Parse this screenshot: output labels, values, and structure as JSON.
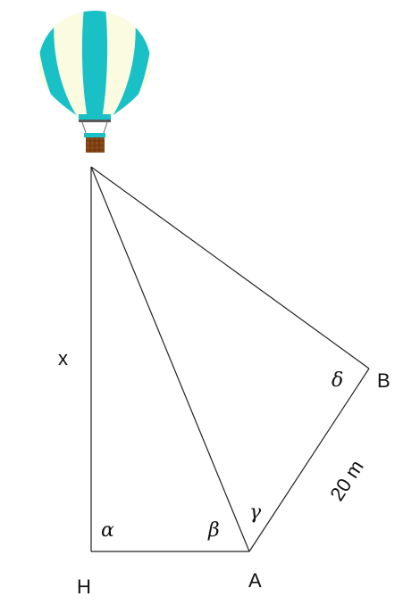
{
  "points": {
    "H": "H",
    "A": "A",
    "B": "B"
  },
  "angles": {
    "alpha": "α",
    "beta": "β",
    "gamma": "γ",
    "delta": "δ"
  },
  "lengths": {
    "height": "x",
    "AB": "20 m"
  },
  "balloon": {
    "icon": "hot-air-balloon-icon",
    "colors": {
      "stripe": "#19c1c6",
      "panel": "#fbfbe2",
      "basket": "#8b4a16"
    }
  }
}
